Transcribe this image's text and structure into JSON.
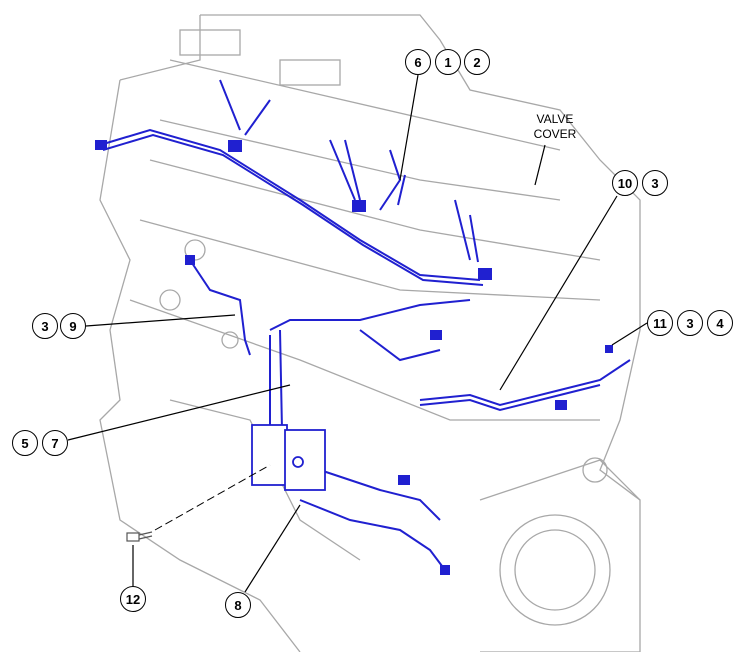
{
  "labels": {
    "valve_cover_line1": "VALVE",
    "valve_cover_line2": "COVER"
  },
  "callouts": {
    "top": [
      "6",
      "1",
      "2"
    ],
    "right_upper": [
      "10",
      "3"
    ],
    "right_mid": [
      "11",
      "3",
      "4"
    ],
    "left_upper": [
      "3",
      "9"
    ],
    "left_lower": [
      "5",
      "7"
    ],
    "bolt": "12",
    "harness": "8"
  },
  "colors": {
    "engine_line": "#a8a8a8",
    "harness": "#2020d0",
    "leader": "#000000"
  }
}
